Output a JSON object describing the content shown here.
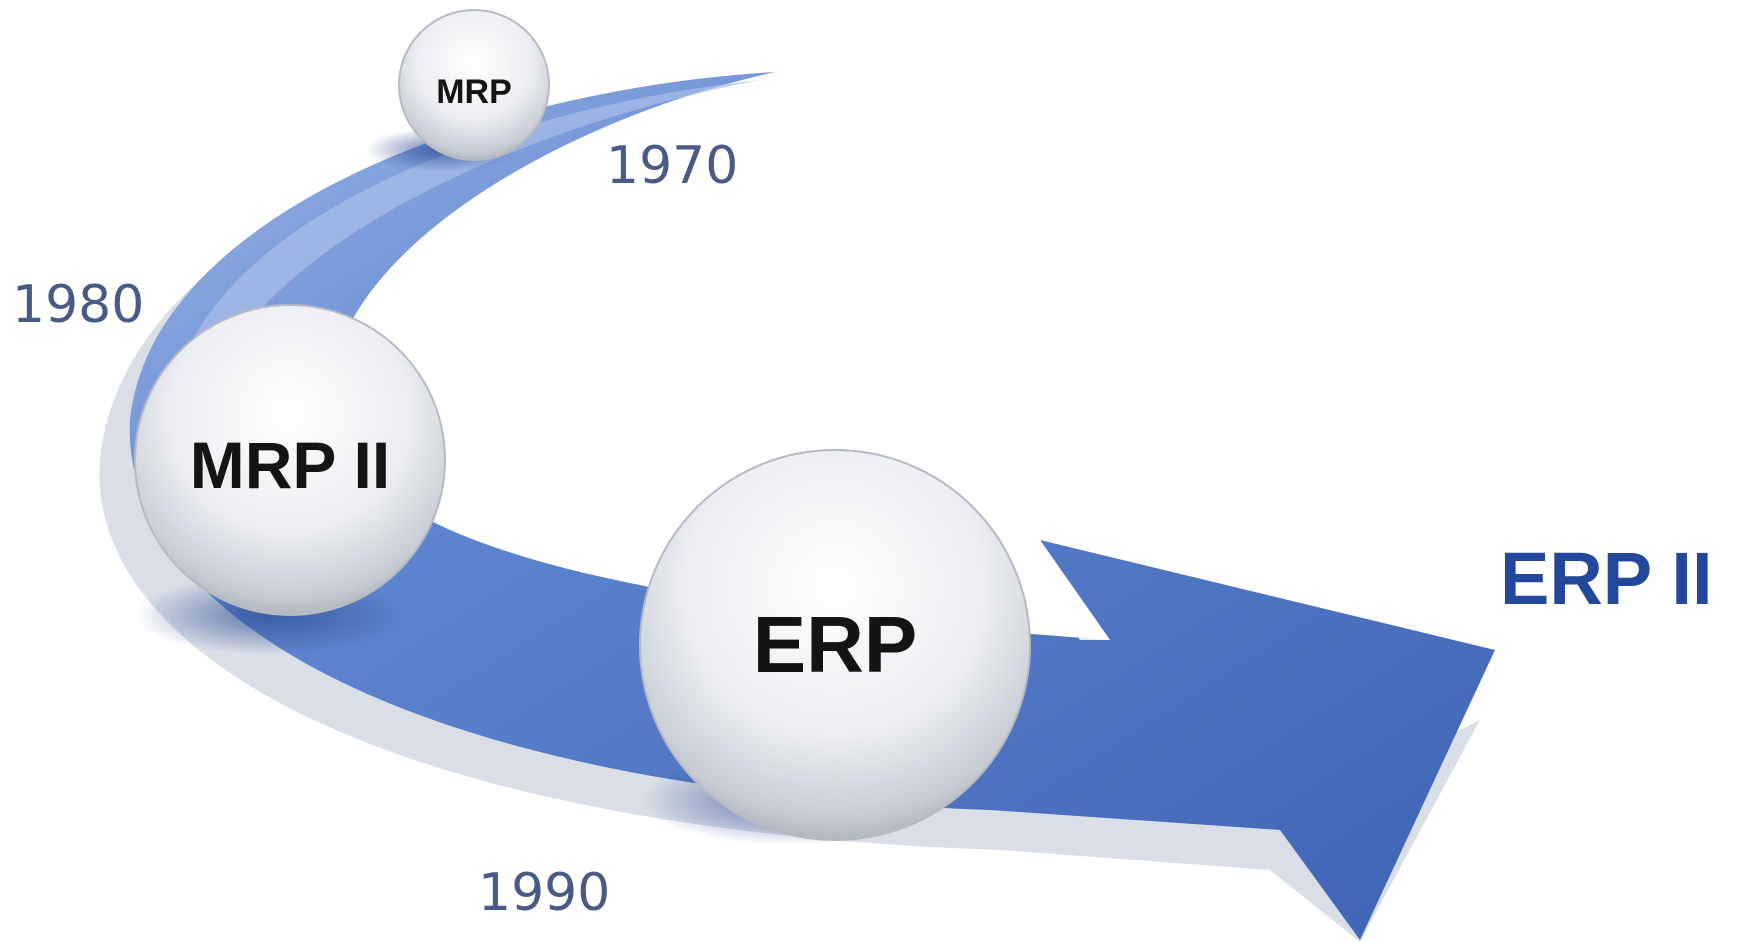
{
  "stages": [
    {
      "label": "MRP",
      "year": "1970"
    },
    {
      "label": "MRP II",
      "year": "1980"
    },
    {
      "label": "ERP",
      "year": "1990"
    },
    {
      "label": "ERP II"
    }
  ],
  "colors": {
    "arrow": "#4a74c4",
    "arrow_highlight": "#7c9bd9",
    "arrow_shadow": "#c9d0dc",
    "year_text": "#4a5a86",
    "final_label": "#23479a",
    "sphere_text": "#141414"
  }
}
